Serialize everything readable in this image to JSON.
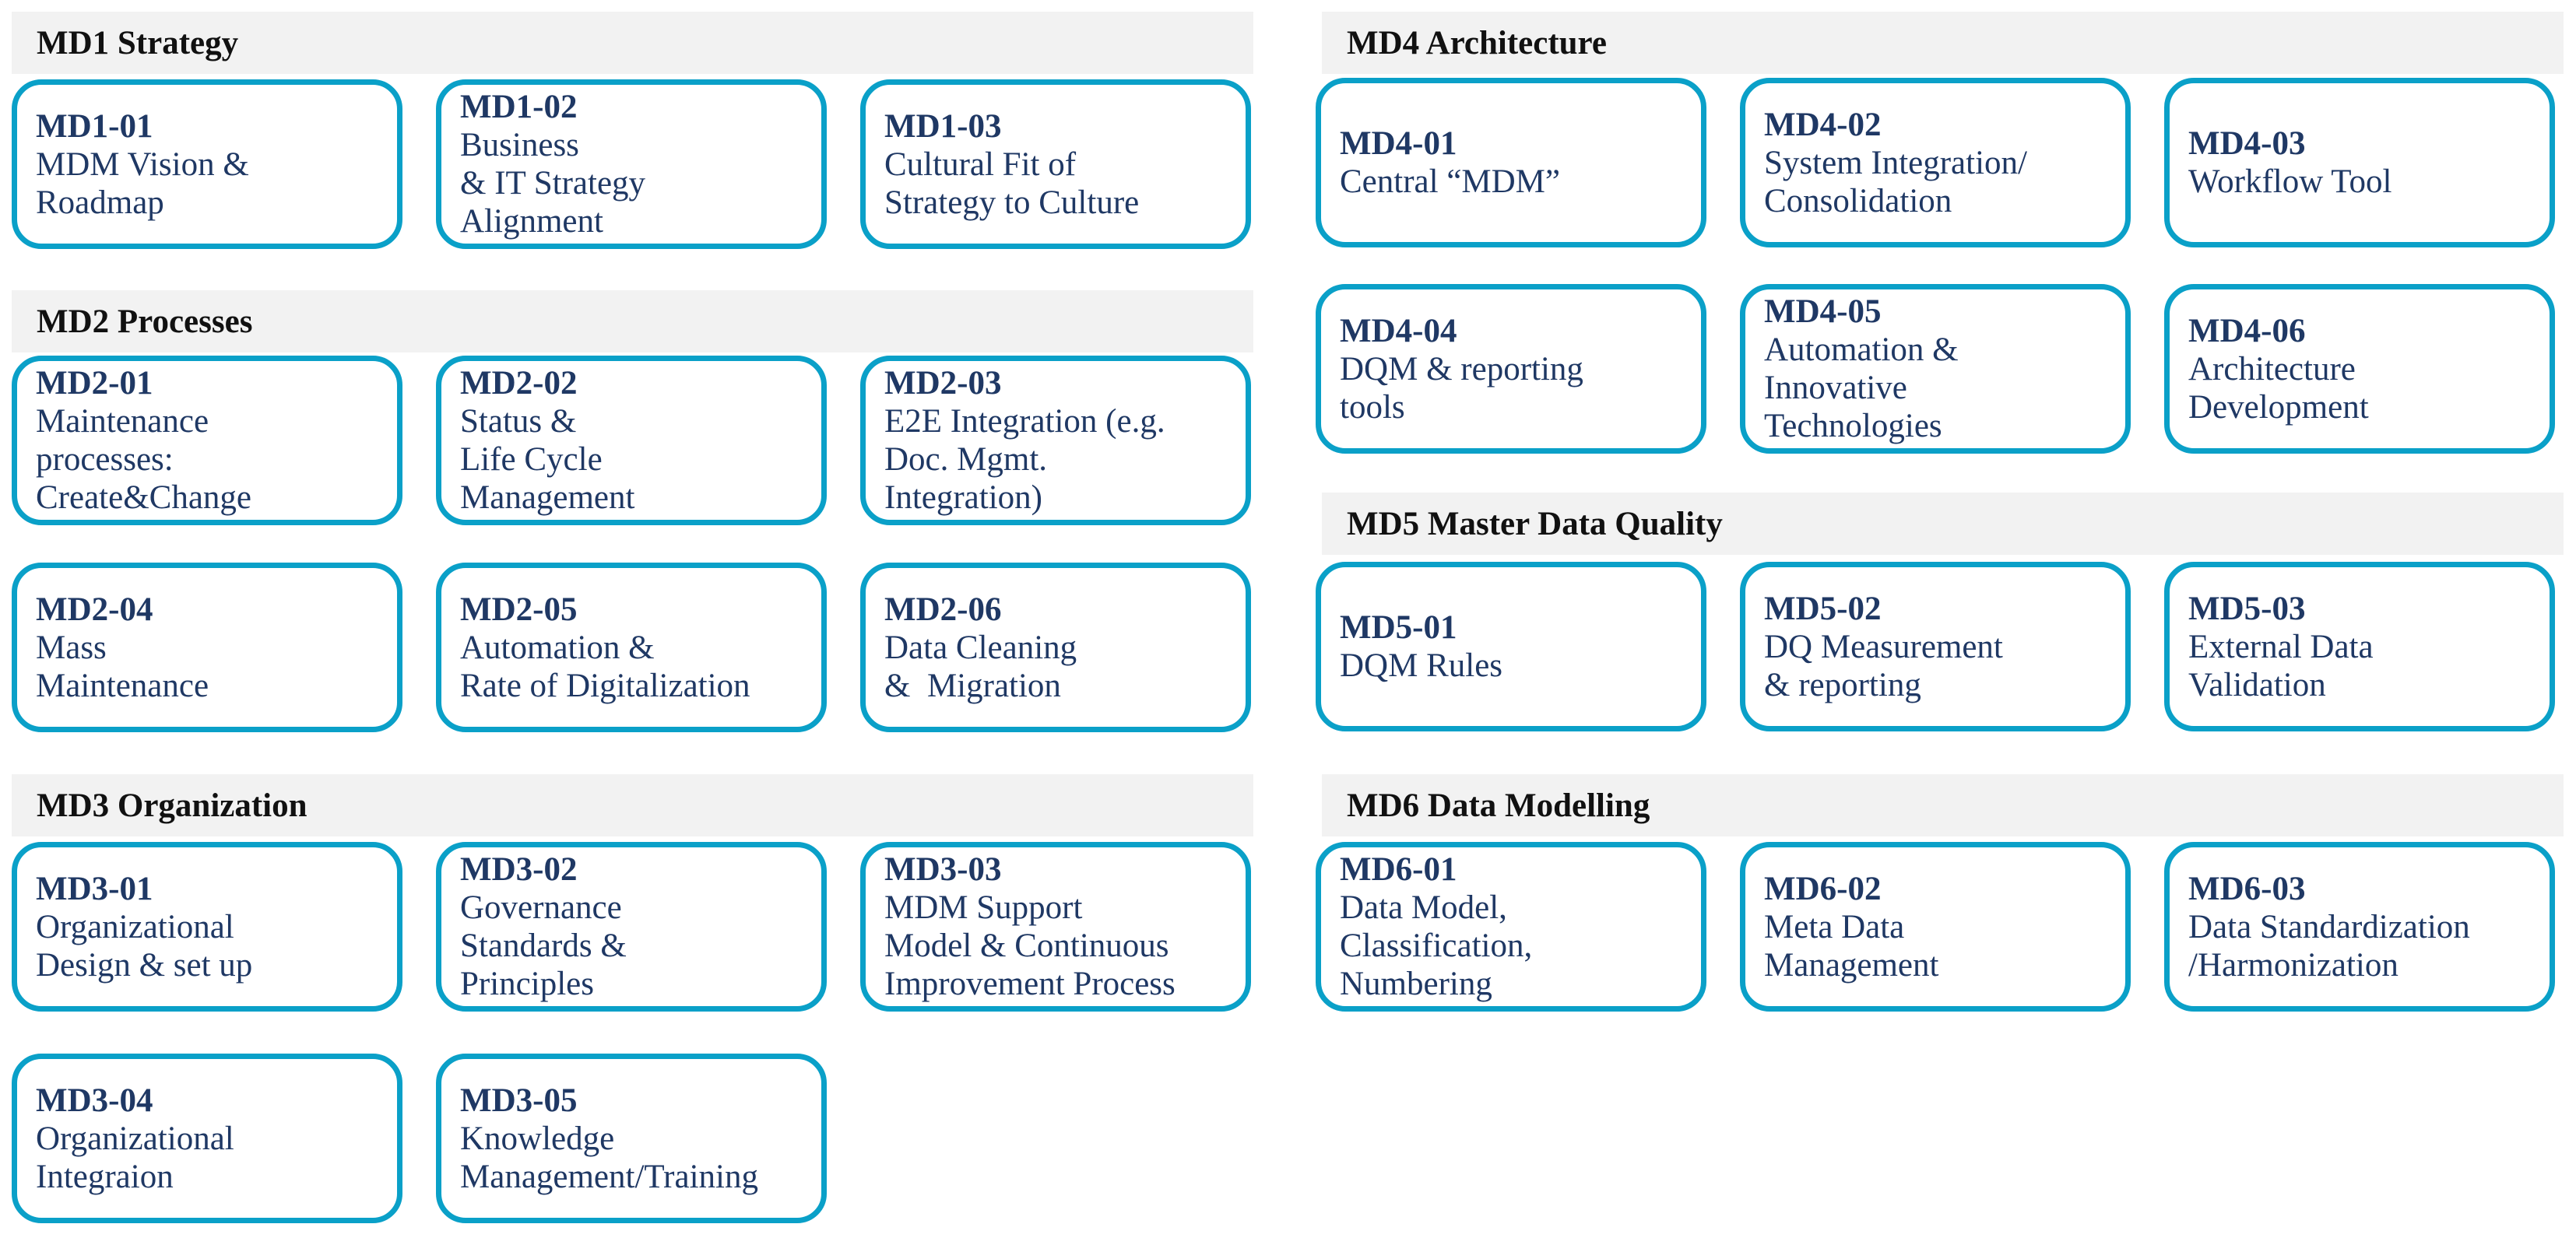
{
  "sections": [
    {
      "key": "md1",
      "title": "MD1 Strategy",
      "cards": [
        {
          "id": "MD1-01",
          "lines": [
            "MDM Vision &",
            "Roadmap"
          ]
        },
        {
          "id": "MD1-02",
          "lines": [
            "Business",
            "& IT Strategy",
            "Alignment"
          ]
        },
        {
          "id": "MD1-03",
          "lines": [
            "Cultural Fit of",
            "Strategy to Culture"
          ]
        }
      ]
    },
    {
      "key": "md2",
      "title": "MD2 Processes",
      "cards": [
        {
          "id": "MD2-01",
          "lines": [
            "Maintenance",
            "processes:",
            "Create&Change"
          ]
        },
        {
          "id": "MD2-02",
          "lines": [
            "Status &",
            "Life Cycle",
            "Management"
          ]
        },
        {
          "id": "MD2-03",
          "lines": [
            "E2E Integration (e.g.",
            "Doc. Mgmt.",
            "Integration)"
          ]
        },
        {
          "id": "MD2-04",
          "lines": [
            "Mass",
            "Maintenance"
          ]
        },
        {
          "id": "MD2-05",
          "lines": [
            "Automation &",
            "Rate of Digitalization"
          ]
        },
        {
          "id": "MD2-06",
          "lines": [
            "Data Cleaning",
            "&  Migration"
          ]
        }
      ]
    },
    {
      "key": "md3",
      "title": "MD3 Organization",
      "cards": [
        {
          "id": "MD3-01",
          "lines": [
            "Organizational",
            "Design & set up"
          ]
        },
        {
          "id": "MD3-02",
          "lines": [
            "Governance",
            "Standards &",
            "Principles"
          ]
        },
        {
          "id": "MD3-03",
          "lines": [
            "MDM Support",
            "Model & Continuous",
            "Improvement Process"
          ]
        },
        {
          "id": "MD3-04",
          "lines": [
            "Organizational",
            "Integraion"
          ]
        },
        {
          "id": "MD3-05",
          "lines": [
            "Knowledge",
            "Management/Training"
          ]
        }
      ]
    },
    {
      "key": "md4",
      "title": "MD4 Architecture",
      "cards": [
        {
          "id": "MD4-01",
          "lines": [
            "Central “MDM”"
          ]
        },
        {
          "id": "MD4-02",
          "lines": [
            "System Integration/",
            "Consolidation"
          ]
        },
        {
          "id": "MD4-03",
          "lines": [
            "Workflow Tool"
          ]
        },
        {
          "id": "MD4-04",
          "lines": [
            "DQM & reporting",
            "tools"
          ]
        },
        {
          "id": "MD4-05",
          "lines": [
            "Automation &",
            "Innovative",
            "Technologies"
          ]
        },
        {
          "id": "MD4-06",
          "lines": [
            "Architecture",
            "Development"
          ]
        }
      ]
    },
    {
      "key": "md5",
      "title": "MD5 Master Data Quality",
      "cards": [
        {
          "id": "MD5-01",
          "lines": [
            "DQM Rules"
          ]
        },
        {
          "id": "MD5-02",
          "lines": [
            "DQ Measurement",
            "& reporting"
          ]
        },
        {
          "id": "MD5-03",
          "lines": [
            "External Data",
            "Validation"
          ]
        }
      ]
    },
    {
      "key": "md6",
      "title": "MD6 Data Modelling",
      "cards": [
        {
          "id": "MD6-01",
          "lines": [
            "Data Model,",
            "Classification,",
            "Numbering"
          ]
        },
        {
          "id": "MD6-02",
          "lines": [
            "Meta Data",
            "Management"
          ]
        },
        {
          "id": "MD6-03",
          "lines": [
            "Data Standardization",
            "/Harmonization"
          ]
        }
      ]
    }
  ],
  "colors": {
    "card_border": "#0aa0c8",
    "card_text": "#1f3864",
    "header_bg": "#f2f2f2",
    "header_text": "#111111"
  }
}
